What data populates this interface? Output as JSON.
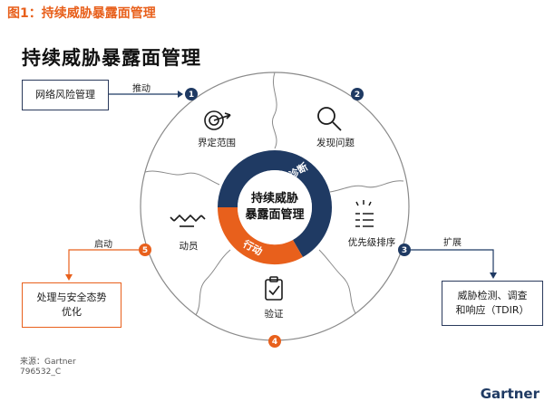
{
  "figure_caption": "图1：持续威胁暴露面管理",
  "title": "持续威胁暴露面管理",
  "center": {
    "line1": "持续威胁",
    "line2": "暴露面管理"
  },
  "ring": {
    "diagnose": "诊断",
    "action": "行动"
  },
  "stages": [
    {
      "num": "1",
      "label": "界定范围",
      "icon": "target-icon"
    },
    {
      "num": "2",
      "label": "发现问题",
      "icon": "magnifier-icon"
    },
    {
      "num": "3",
      "label": "优先级排序",
      "icon": "priority-list-icon"
    },
    {
      "num": "4",
      "label": "验证",
      "icon": "clipboard-check-icon"
    },
    {
      "num": "5",
      "label": "动员",
      "icon": "handshake-icon"
    }
  ],
  "external": {
    "risk_mgmt": "网络风险管理",
    "push_label": "推动",
    "expand_label": "扩展",
    "tdir": {
      "line1": "威胁检测、调查",
      "line2": "和响应（TDIR）"
    },
    "start_label": "启动",
    "security_ops": {
      "line1": "处理与安全态势",
      "line2": "优化"
    }
  },
  "source": "来源：Gartner",
  "doc_id": "796532_C",
  "brand": "Gartner",
  "colors": {
    "navy": "#1f3a63",
    "orange": "#e8601c",
    "line": "#8a8a8a"
  }
}
